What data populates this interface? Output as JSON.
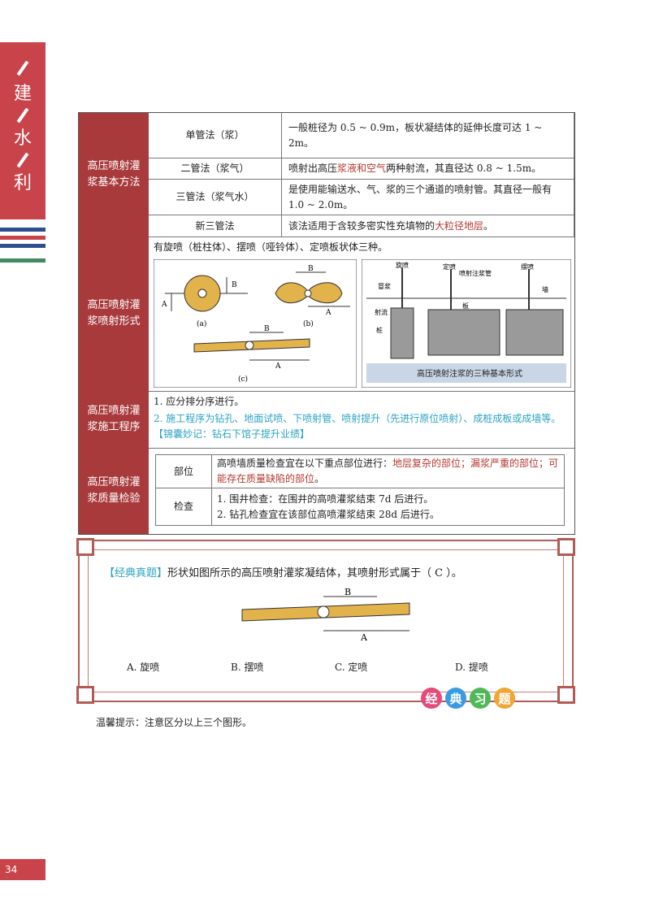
{
  "side_tab": {
    "chars": [
      "一",
      "建",
      "水",
      "利"
    ]
  },
  "stripe_colors": [
    "#2e4f8f",
    "#c8444a",
    "#2e4f8f",
    "#3f8a5e"
  ],
  "table": {
    "rows": [
      {
        "label": "高压喷射灌浆基本方法",
        "methods": [
          {
            "name": "单管法（浆）",
            "desc": "一般桩径为 0.5 ~ 0.9m，板状凝结体的延伸长度可达 1 ~ 2m。"
          },
          {
            "name": "二管法（浆气）",
            "desc_a": "喷射出高压",
            "desc_hl": "浆液和空气",
            "desc_b": "两种射流，其直径达 0.8 ~ 1.5m。"
          },
          {
            "name": "三管法（浆气水）",
            "desc": "是使用能输送水、气、浆的三个通道的喷射管。其直径一般有 1.0 ~ 2.0m。"
          },
          {
            "name": "新三管法",
            "desc_a": "该法适用于含较多密实性充填物的",
            "desc_hl": "大粒径地层",
            "desc_b": "。"
          }
        ]
      },
      {
        "label": "高压喷射灌浆喷射形式",
        "intro": "有旋喷（桩柱体）、摆喷（哑铃体）、定喷板状体三种。",
        "fig_labels": {
          "a": "(a)",
          "b": "(b)",
          "c": "(c)",
          "A": "A",
          "B": "B"
        },
        "photo_labels": {
          "l1": "旋喷",
          "l2": "定喷",
          "l3": "摆喷",
          "l4": "喷射注浆管",
          "l5": "冒浆",
          "l6": "射流",
          "l7": "桩",
          "l8": "板",
          "l9": "墙"
        },
        "photo_caption": "高压喷射注浆的三种基本形式"
      },
      {
        "label": "高压喷射灌浆施工程序",
        "line1": "1. 应分排分序进行。",
        "line2": "2. 施工程序为钻孔、地面试喷、下喷射管、喷射提升（先进行原位喷射）、成桩成板或成墙等。",
        "mnemonic": "【锦囊妙记：钻石下馆子提升业绩】"
      },
      {
        "label": "高压喷射灌浆质量检验",
        "items": [
          {
            "name": "部位",
            "desc_a": "高喷墙质量检查宜在以下重点部位进行：",
            "desc_hl": "地层复杂的部位；漏浆严重的部位；可能存在质量缺陷的部位",
            "desc_b": "。"
          },
          {
            "name": "检查",
            "line1": "1. 围井检查：在围井的高喷灌浆结束 7d 后进行。",
            "line2": "2. 钻孔检查宜在该部位高喷灌浆结束 28d 后进行。"
          }
        ]
      }
    ]
  },
  "exam": {
    "tag": "【经典真题】",
    "question": "形状如图所示的高压喷射灌浆凝结体，其喷射形式属于（ C ）。",
    "fig_labels": {
      "A": "A",
      "B": "B"
    },
    "options": [
      "A. 旋喷",
      "B. 摆喷",
      "C. 定喷",
      "D. 提喷"
    ],
    "badges": [
      "经",
      "典",
      "习",
      "题"
    ],
    "badge_colors": [
      "#e44a7a",
      "#3a9be0",
      "#4fb95a",
      "#f1a533"
    ]
  },
  "tip": "温馨提示：注意区分以上三个图形。",
  "page_number": "34"
}
